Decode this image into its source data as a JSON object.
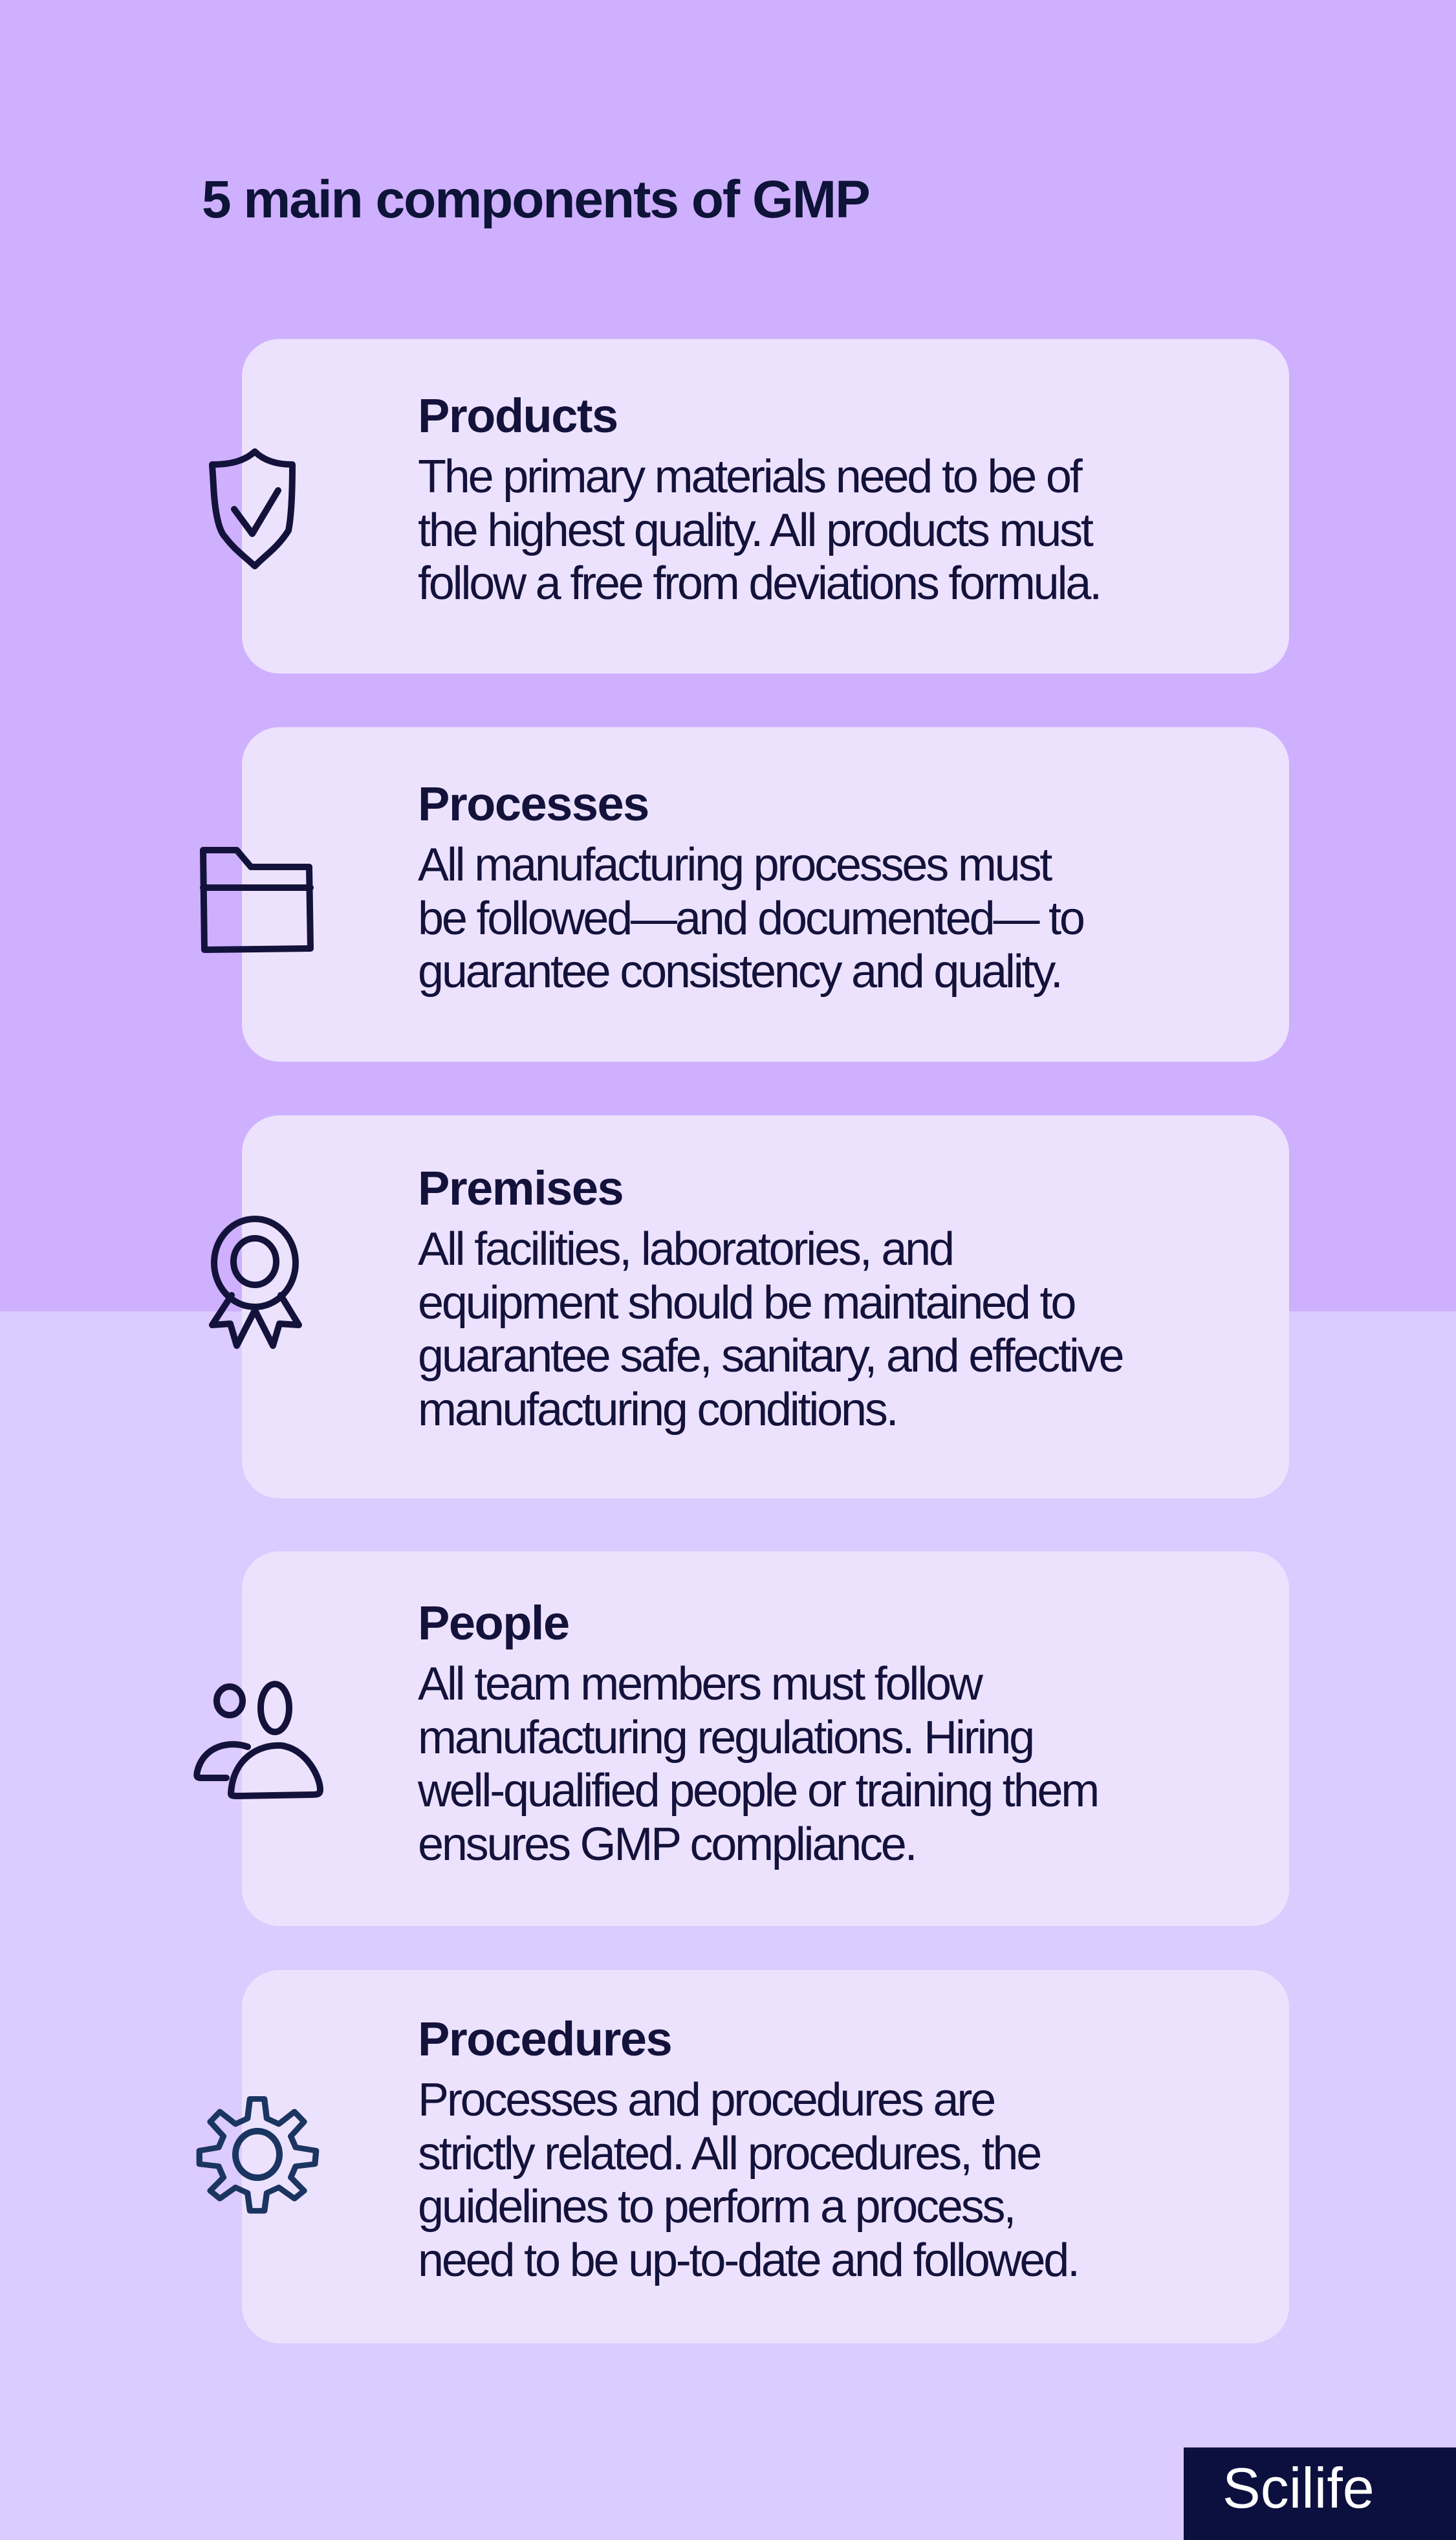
{
  "page": {
    "title": "5 main components of GMP",
    "colors": {
      "background_top": "#cfb0fe",
      "background_bottom": "#dccbfe",
      "card": "#ede2fe",
      "text": "#13123b",
      "logo_bg": "#0b103f",
      "logo_text": "#ffffff",
      "gear_icon": "#1a3560"
    }
  },
  "components": [
    {
      "icon": "shield-check-icon",
      "heading": "Products",
      "lines": [
        "The primary materials need to be of",
        "the highest quality. All products must",
        "follow a free from deviations formula."
      ]
    },
    {
      "icon": "folder-icon",
      "heading": "Processes",
      "lines": [
        "All manufacturing processes must",
        "be followed—and documented— to",
        "guarantee consistency and quality."
      ]
    },
    {
      "icon": "award-ribbon-icon",
      "heading": "Premises",
      "lines": [
        "All facilities, laboratories, and",
        "equipment should be maintained to",
        "guarantee safe, sanitary, and effective",
        "manufacturing conditions."
      ]
    },
    {
      "icon": "people-icon",
      "heading": "People",
      "lines": [
        "All team members must follow",
        "manufacturing regulations. Hiring",
        "well-qualified people or training them",
        "ensures GMP compliance."
      ]
    },
    {
      "icon": "gear-icon",
      "heading": "Procedures",
      "lines": [
        "Processes and procedures are",
        "strictly related. All procedures, the",
        "guidelines to perform a process,",
        "need to be up-to-date and followed."
      ]
    }
  ],
  "footer": {
    "logo_text": "Scilife"
  }
}
